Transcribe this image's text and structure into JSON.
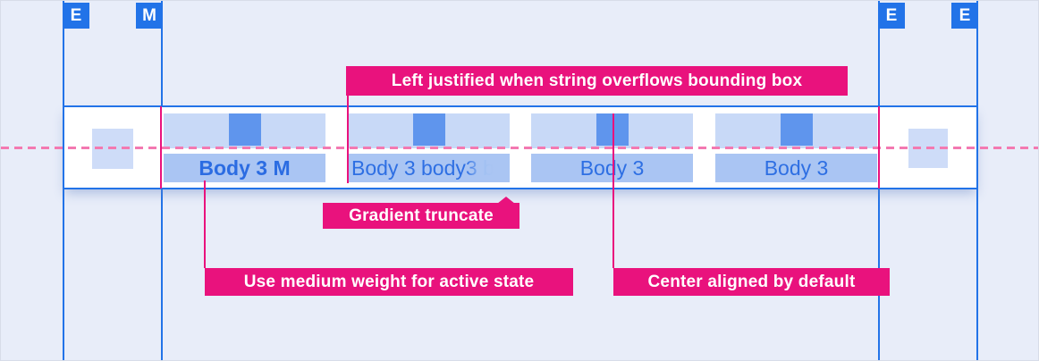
{
  "markers": [
    {
      "label": "E"
    },
    {
      "label": "M"
    },
    {
      "label": "E"
    },
    {
      "label": "E"
    }
  ],
  "annotations": {
    "left_justified": "Left justified when string overflows bounding box",
    "gradient_truncate": "Gradient truncate",
    "medium_weight": "Use medium weight for active state",
    "center_aligned": "Center aligned by default"
  },
  "tabbar": {
    "tabs": [
      {
        "label": "Body 3 M",
        "state": "active"
      },
      {
        "label": "Body 3 body ",
        "overflow": "3 b",
        "state": "truncated"
      },
      {
        "label": "Body 3",
        "state": "default"
      },
      {
        "label": "Body 3",
        "state": "default"
      }
    ]
  },
  "colors": {
    "guide_blue": "#2273e8",
    "annotation_pink": "#e9127d",
    "dashed_pink": "#f379b1",
    "tab_padding_rect": "#c8d9f7",
    "tab_label_rect": "#aac5f3",
    "tab_glyph_square": "#5f95ed",
    "side_square": "#cedcf8",
    "tab_text_blue": "#2e6fe3",
    "background": "#e8edf9",
    "bar_background": "#ffffff"
  }
}
